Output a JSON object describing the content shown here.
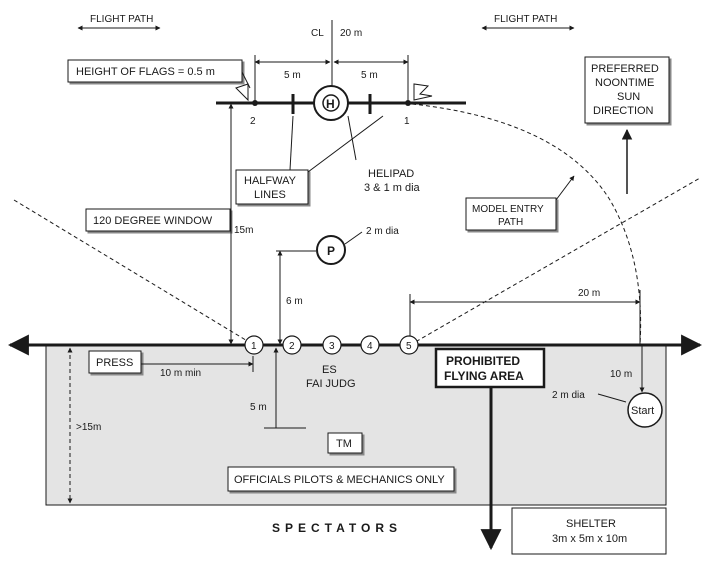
{
  "labels": {
    "flight_path_left": "FLIGHT PATH",
    "flight_path_right": "FLIGHT PATH",
    "cl": "CL",
    "twenty_m_top": "20 m",
    "height_of_flags": "HEIGHT OF FLAGS = 0.5 m",
    "five_m_left": "5 m",
    "five_m_right": "5 m",
    "flag_2": "2",
    "flag_1": "1",
    "preferred_sun": [
      "PREFERRED",
      "NOONTIME",
      "SUN",
      "DIRECTION"
    ],
    "halfway_lines": [
      "HALFWAY",
      "LINES"
    ],
    "helipad": [
      "HELIPAD",
      "3 & 1 m dia"
    ],
    "model_entry": [
      "MODEL ENTRY",
      "PATH"
    ],
    "window_120": "120 DEGREE WINDOW",
    "fifteen_m": "15m",
    "p_circle": "P",
    "two_m_dia_p": "2 m dia",
    "six_m": "6 m",
    "twenty_m_right": "20 m",
    "press": "PRESS",
    "ten_m_min": "10 m min",
    "es": "ES",
    "fai_judg": "FAI JUDG",
    "prohibited": [
      "PROHIBITED",
      "FLYING AREA"
    ],
    "ten_m": "10 m",
    "two_m_dia_start": "2 m dia",
    "start": "Start",
    "gt_15m": ">15m",
    "five_m_lower": "5 m",
    "tm": "TM",
    "officials": "OFFICIALS PILOTS & MECHANICS ONLY",
    "spectators": "SPECTATORS",
    "shelter": [
      "SHELTER",
      "3m x 5m x 10m"
    ],
    "helipad_h": "H"
  },
  "judge_positions": [
    "1",
    "2",
    "3",
    "4",
    "5"
  ],
  "colors": {
    "spectator_area": "#e4e4e4",
    "ink": "#1a1a1a"
  }
}
